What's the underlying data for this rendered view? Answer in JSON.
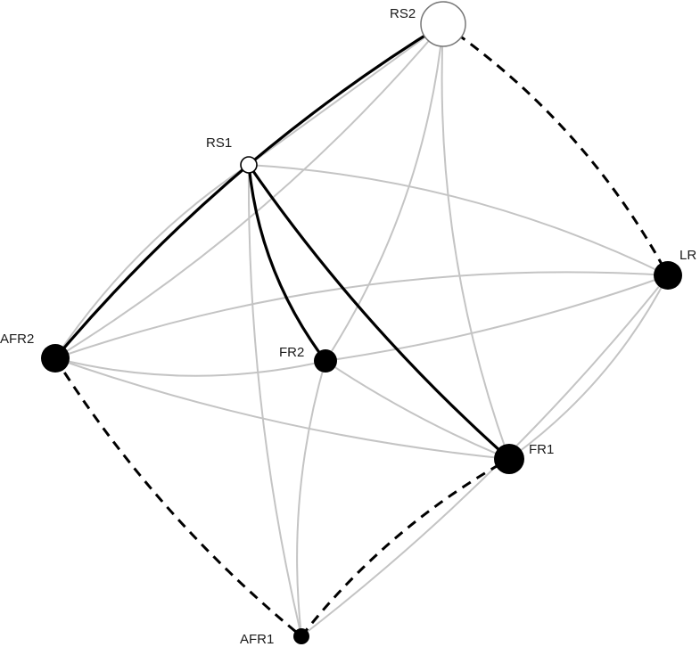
{
  "diagram": {
    "type": "network",
    "nodes": [
      {
        "id": "RS2",
        "label": "RS2",
        "style": "open-large"
      },
      {
        "id": "RS1",
        "label": "RS1",
        "style": "open-small"
      },
      {
        "id": "LR",
        "label": "LR",
        "style": "filled"
      },
      {
        "id": "AFR2",
        "label": "AFR2",
        "style": "filled"
      },
      {
        "id": "FR2",
        "label": "FR2",
        "style": "filled"
      },
      {
        "id": "FR1",
        "label": "FR1",
        "style": "filled"
      },
      {
        "id": "AFR1",
        "label": "AFR1",
        "style": "filled-small"
      }
    ],
    "edges": [
      {
        "from": "RS2",
        "to": "RS1",
        "style": "grey"
      },
      {
        "from": "RS2",
        "to": "AFR2",
        "style": "grey"
      },
      {
        "from": "RS2",
        "to": "FR2",
        "style": "grey"
      },
      {
        "from": "RS2",
        "to": "FR1",
        "style": "grey"
      },
      {
        "from": "RS1",
        "to": "AFR2",
        "style": "grey"
      },
      {
        "from": "RS1",
        "to": "LR",
        "style": "grey"
      },
      {
        "from": "RS1",
        "to": "AFR1",
        "style": "grey"
      },
      {
        "from": "AFR2",
        "to": "FR2",
        "style": "grey"
      },
      {
        "from": "AFR2",
        "to": "FR1",
        "style": "grey"
      },
      {
        "from": "AFR2",
        "to": "LR",
        "style": "grey"
      },
      {
        "from": "FR2",
        "to": "LR",
        "style": "grey"
      },
      {
        "from": "FR2",
        "to": "FR1",
        "style": "grey"
      },
      {
        "from": "FR2",
        "to": "AFR1",
        "style": "grey"
      },
      {
        "from": "LR",
        "to": "FR1",
        "style": "grey"
      },
      {
        "from": "LR",
        "to": "AFR1",
        "style": "grey"
      },
      {
        "from": "RS2",
        "to": "AFR2",
        "style": "solid-black"
      },
      {
        "from": "RS1",
        "to": "FR2",
        "style": "solid-black"
      },
      {
        "from": "RS1",
        "to": "FR1",
        "style": "solid-black"
      },
      {
        "from": "RS2",
        "to": "LR",
        "style": "dashed-black"
      },
      {
        "from": "AFR2",
        "to": "AFR1",
        "style": "dashed-black"
      },
      {
        "from": "AFR1",
        "to": "FR1",
        "style": "dashed-black"
      }
    ]
  },
  "colors": {
    "node_fill": "#000000",
    "open_node_fill": "#ffffff",
    "open_node_stroke_large": "#777777",
    "open_node_stroke_small": "#000000",
    "grey_edge": "#c4c4c4",
    "black_edge": "#000000",
    "label": "#1a1a1a"
  }
}
